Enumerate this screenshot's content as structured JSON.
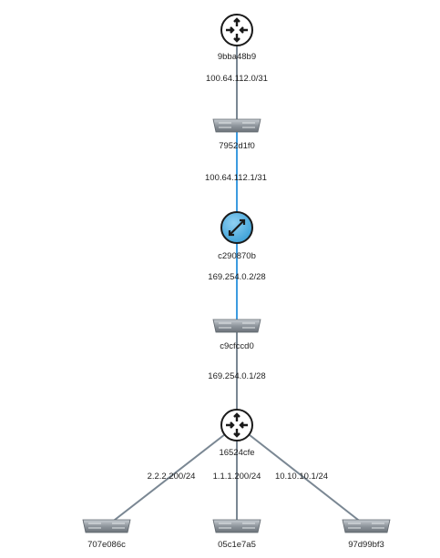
{
  "colors": {
    "link_gray": "#7a8793",
    "link_blue": "#3d9be0",
    "router_stroke": "#1a1a1a",
    "switch_fill": "#9aa1a8",
    "vm_fill": "#59b4e6"
  },
  "nodes": [
    {
      "id": "9bba48b9",
      "label": "9bba48b9",
      "icon": "router-icon"
    },
    {
      "id": "7952d1f0",
      "label": "7952d1f0",
      "icon": "switch-icon"
    },
    {
      "id": "c290870b",
      "label": "c290870b",
      "icon": "cloud-router-icon"
    },
    {
      "id": "c9cfccd0",
      "label": "c9cfccd0",
      "icon": "switch-icon"
    },
    {
      "id": "16524cfe",
      "label": "16524cfe",
      "icon": "router-icon"
    },
    {
      "id": "707e086c",
      "label": "707e086c",
      "icon": "switch-icon"
    },
    {
      "id": "05c1e7a5",
      "label": "05c1e7a5",
      "icon": "switch-icon"
    },
    {
      "id": "97d99bf3",
      "label": "97d99bf3",
      "icon": "switch-icon"
    }
  ],
  "links": [
    {
      "from": "9bba48b9",
      "to": "7952d1f0",
      "label": "100.64.112.0/31",
      "style": "gray"
    },
    {
      "from": "7952d1f0",
      "to": "c290870b",
      "label": "100.64.112.1/31",
      "style": "blue"
    },
    {
      "from": "c290870b",
      "to": "c9cfccd0",
      "label": "169.254.0.2/28",
      "style": "blue"
    },
    {
      "from": "c9cfccd0",
      "to": "16524cfe",
      "label": "169.254.0.1/28",
      "style": "gray"
    },
    {
      "from": "16524cfe",
      "to": "707e086c",
      "label": "2.2.2.200/24",
      "style": "gray"
    },
    {
      "from": "16524cfe",
      "to": "05c1e7a5",
      "label": "1.1.1.200/24",
      "style": "gray"
    },
    {
      "from": "16524cfe",
      "to": "97d99bf3",
      "label": "10.10.10.1/24",
      "style": "gray"
    }
  ]
}
